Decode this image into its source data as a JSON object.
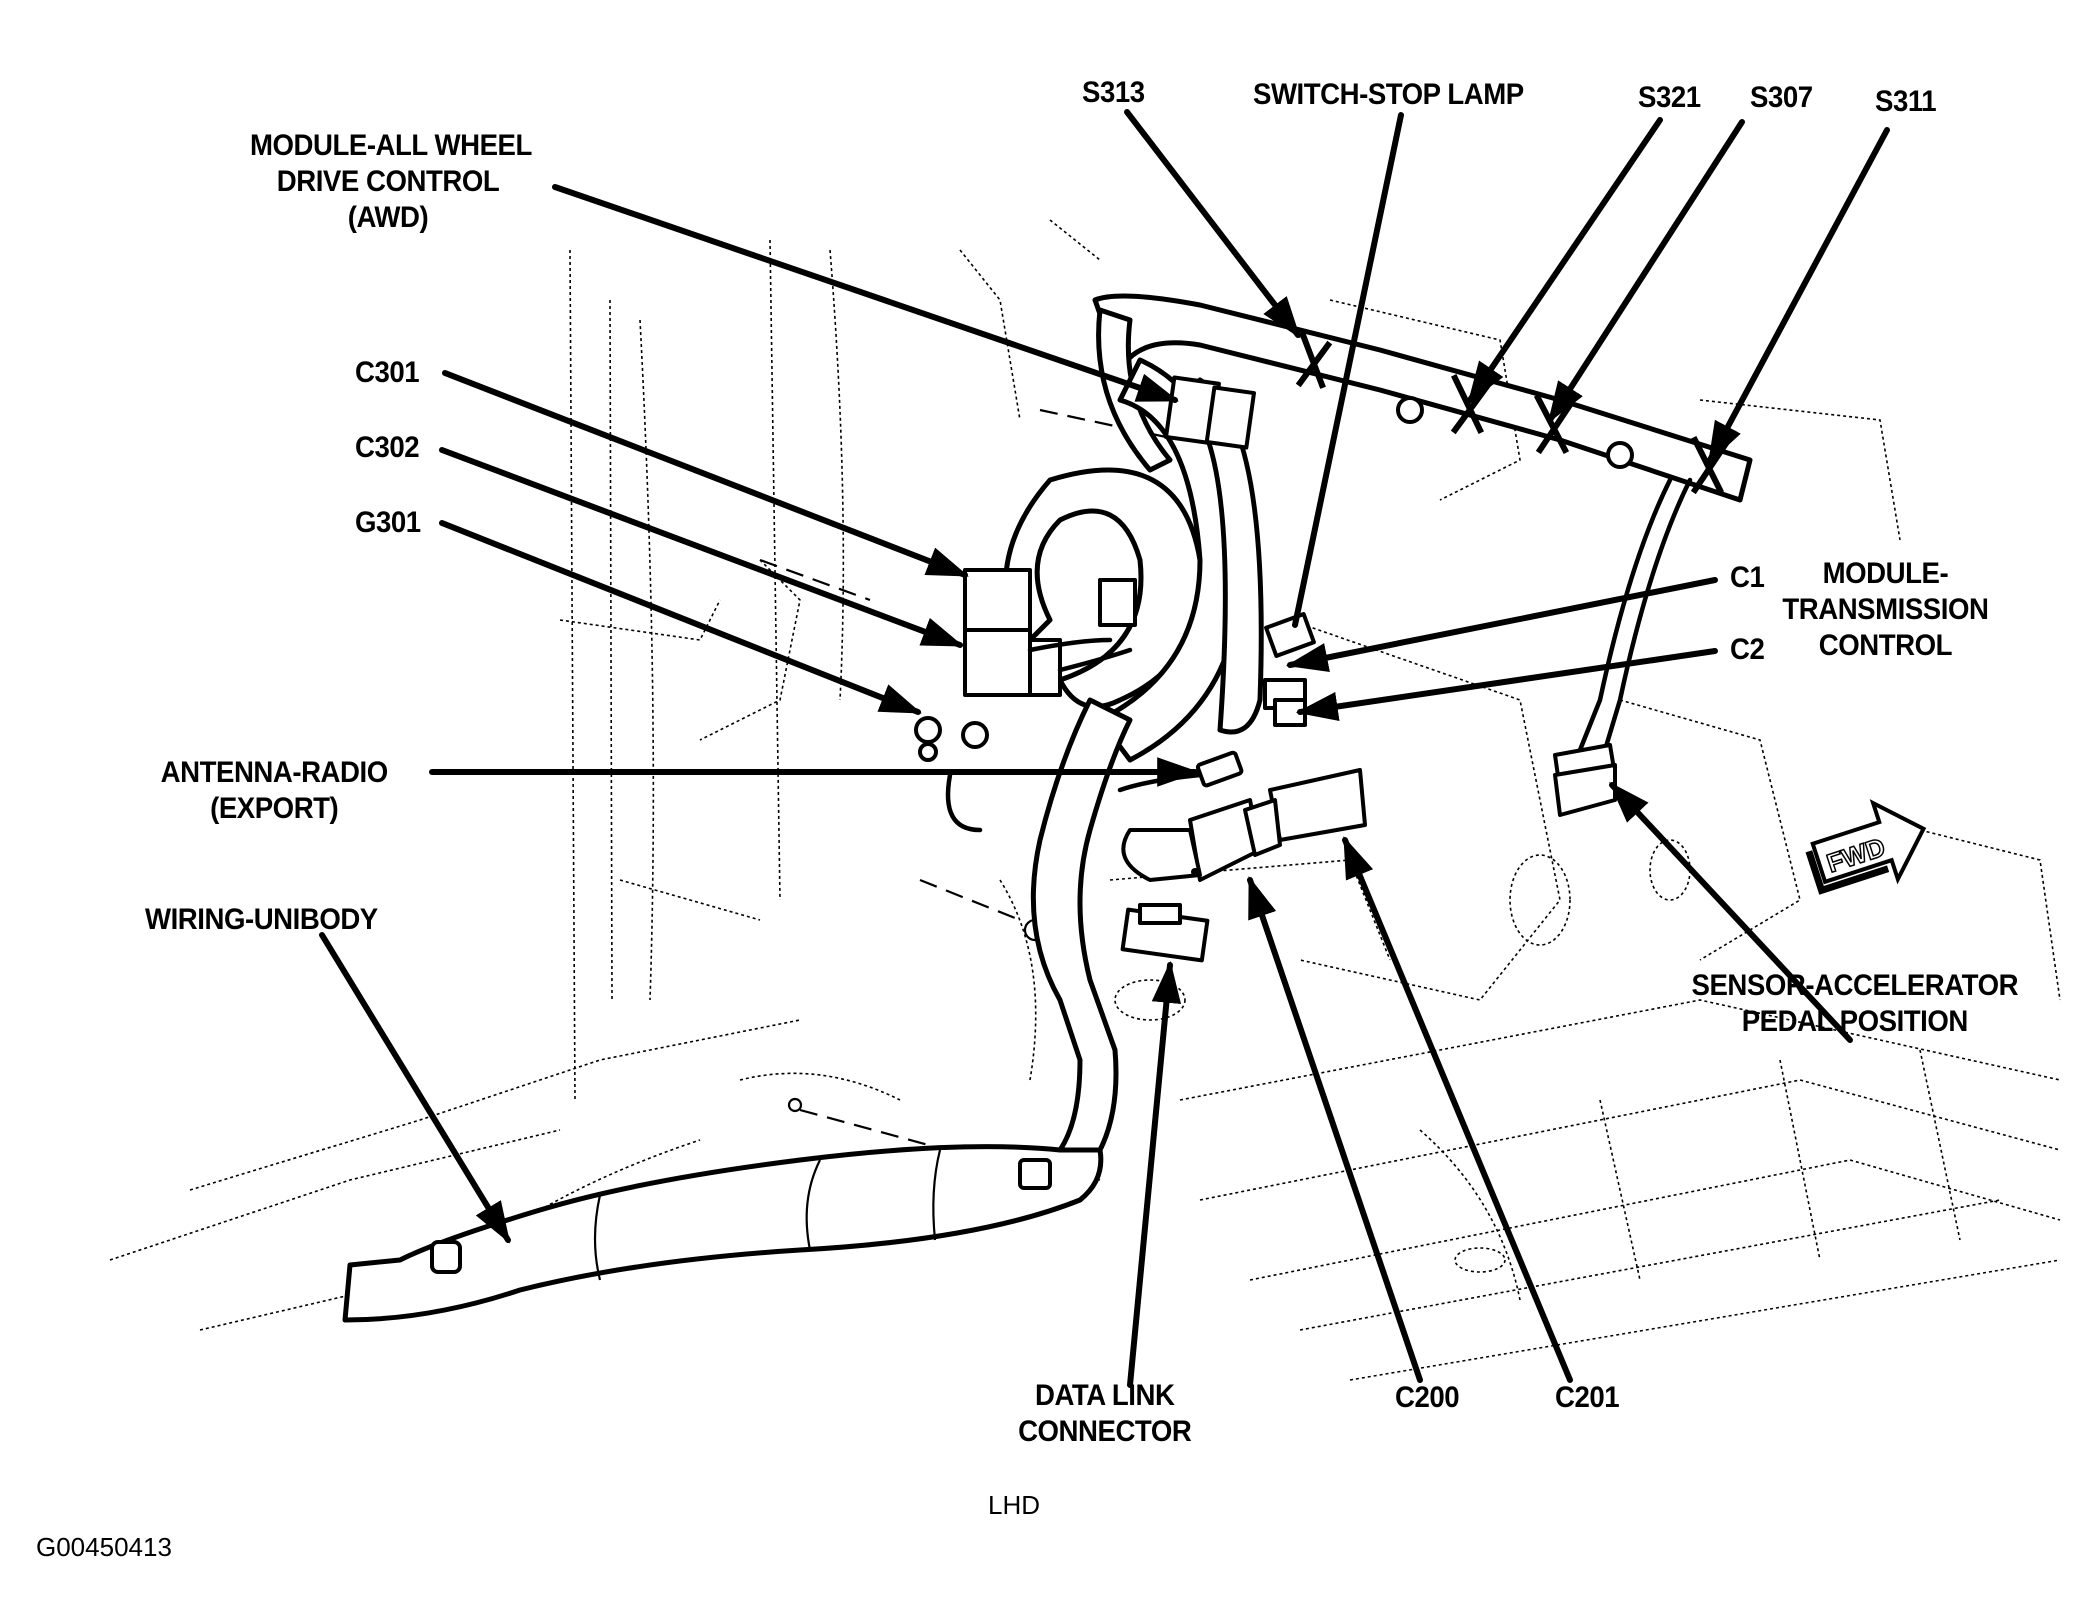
{
  "diagram": {
    "title_code": "G00450413",
    "view_label": "LHD",
    "direction_arrow": "FWD",
    "labels": {
      "module_awd": [
        "MODULE-ALL WHEEL",
        "DRIVE CONTROL",
        "(AWD)"
      ],
      "c301": "C301",
      "c302": "C302",
      "g301": "G301",
      "antenna_radio": [
        "ANTENNA-RADIO",
        "(EXPORT)"
      ],
      "wiring_unibody": "WIRING-UNIBODY",
      "s313": "S313",
      "switch_stop_lamp": "SWITCH-STOP LAMP",
      "s321": "S321",
      "s307": "S307",
      "s311": "S311",
      "c1": "C1",
      "c2": "C2",
      "module_transmission": [
        "MODULE-",
        "TRANSMISSION",
        "CONTROL"
      ],
      "sensor_accelerator": [
        "SENSOR-ACCELERATOR",
        "PEDAL POSITION"
      ],
      "data_link_connector": [
        "DATA LINK",
        "CONNECTOR"
      ],
      "c200": "C200",
      "c201": "C201"
    },
    "icons": {
      "fwd_arrow": "fwd-arrow-icon",
      "splice_mark": "x-splice-icon"
    }
  }
}
